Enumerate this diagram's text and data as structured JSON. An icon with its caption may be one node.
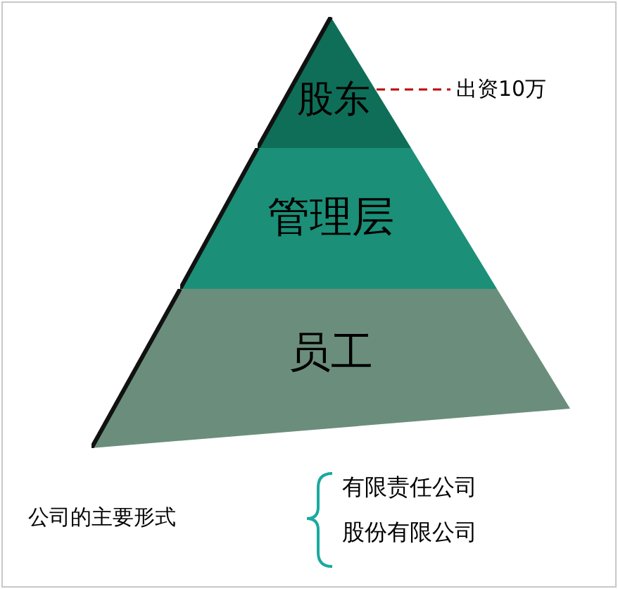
{
  "diagram": {
    "nodes": [
      {
        "text": [
          "股东"
        ]
      },
      {
        "text": [
          "管理层"
        ]
      },
      {
        "text": [
          "员工"
        ]
      },
      {
        "text": [
          "出资10万"
        ]
      }
    ],
    "edges": [
      {
        "from": 0,
        "to": 3,
        "arrow": "none",
        "style": "dashed",
        "color": "#c00000"
      }
    ],
    "labels": [
      "公司的主要形式",
      "有限责任公司",
      "股份有限公司"
    ]
  }
}
